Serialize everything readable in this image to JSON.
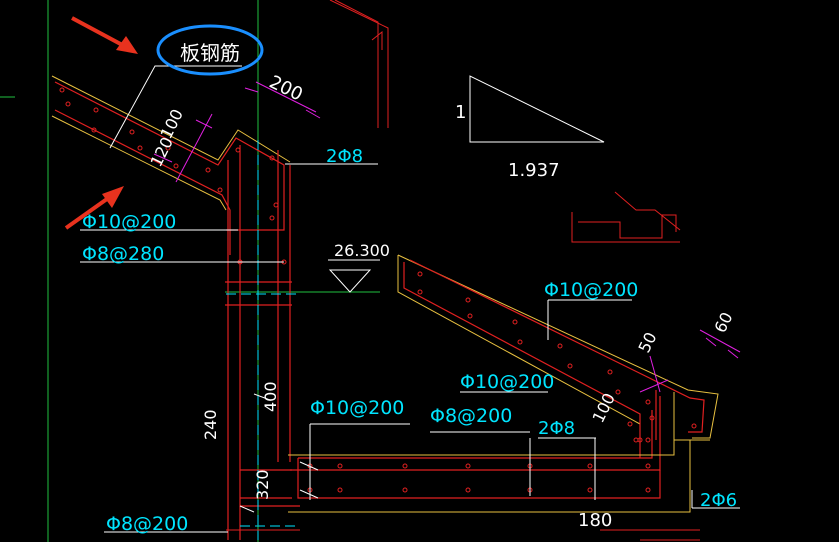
{
  "annotation": {
    "callout_text": "板钢筋",
    "arrow_color": "#e8321e",
    "circle_color": "#1a8fff"
  },
  "labels": {
    "dim_200_top": "200",
    "dim_100": "100",
    "dim_120": "120",
    "bar_2phi8_top": "2Φ8",
    "rebar_phi10_200_left": "Φ10@200",
    "rebar_phi8_280": "Φ8@280",
    "elevation": "26.300",
    "slope_ratio_rise": "1",
    "slope_ratio_run": "1.937",
    "rebar_phi10_200_right": "Φ10@200",
    "dim_50": "50",
    "dim_60": "60",
    "rebar_phi10_200_mid": "Φ10@200",
    "rebar_phi10_200_center": "Φ10@200",
    "rebar_phi8_200_center": "Φ8@200",
    "bar_2phi8_bottom": "2Φ8",
    "dim_100_right": "100",
    "dim_400": "400",
    "dim_240": "240",
    "dim_320": "320",
    "dim_180": "180",
    "bar_2phi6": "2Φ6",
    "rebar_phi8_200_bottom": "Φ8@200"
  },
  "colors": {
    "cyan": "#00e5ff",
    "white": "#ffffff",
    "red": "#e02020",
    "yellow": "#e8c040",
    "magenta": "#e020e0",
    "green": "#20c040"
  }
}
